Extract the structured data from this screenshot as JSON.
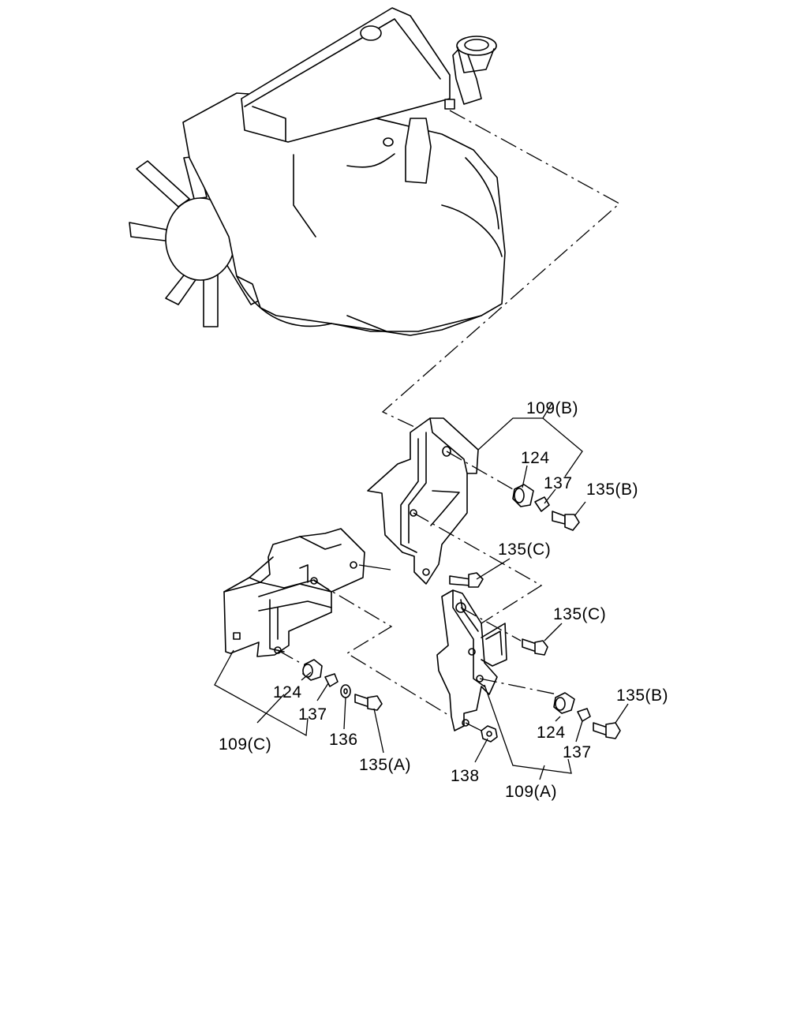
{
  "labels": {
    "l_109b": "109(B)",
    "l_124_top": "124",
    "l_137_top": "137",
    "l_135b_top": "135(B)",
    "l_135c_mid": "135(C)",
    "l_135c_right": "135(C)",
    "l_135b_right": "135(B)",
    "l_124_right": "124",
    "l_137_right": "137",
    "l_109a": "109(A)",
    "l_138": "138",
    "l_124_left": "124",
    "l_137_left": "137",
    "l_109c": "109(C)",
    "l_136": "136",
    "l_135a": "135(A)"
  }
}
